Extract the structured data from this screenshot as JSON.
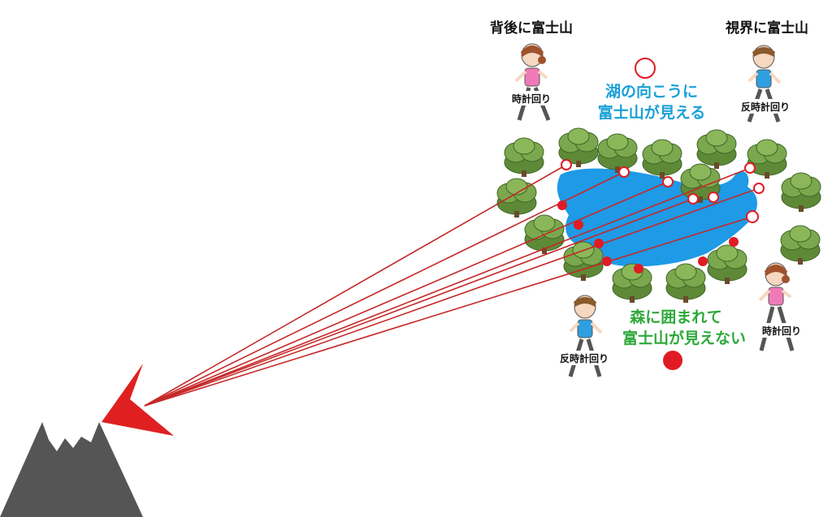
{
  "runners": [
    {
      "heading": "背後に富士山",
      "direction": "時計回り",
      "shirt": "#f07ab8",
      "hair": "#a0522d"
    },
    {
      "heading": "視界に富士山",
      "direction": "反時計回り",
      "shirt": "#2f9fe0",
      "hair": "#8b5a2b"
    },
    {
      "heading": "",
      "direction": "反時計回り",
      "shirt": "#2f9fe0",
      "hair": "#8b5a2b"
    },
    {
      "heading": "",
      "direction": "時計回り",
      "shirt": "#f07ab8",
      "hair": "#a0522d"
    }
  ],
  "captions": {
    "lake_side": {
      "line1": "湖の向こうに",
      "line2": "富士山が見える",
      "color": "#1aa0d8"
    },
    "forest_side": {
      "line1": "森に囲まれて",
      "line2": "富士山が見えない",
      "color": "#2ea83a"
    }
  },
  "legend": {
    "visible_marker": "open-circle",
    "hidden_marker": "filled-circle"
  },
  "colors": {
    "lake": "#1e9ae6",
    "sight_line": "#c62828",
    "marker": "#e01b24",
    "mountain": "#555555",
    "snow": "#ffffff",
    "arrow": "#e02020",
    "tree": "#6f9a45"
  },
  "icons": {
    "mountain": "mount-fuji-icon",
    "tree": "tree-icon",
    "runner": "runner-icon"
  }
}
